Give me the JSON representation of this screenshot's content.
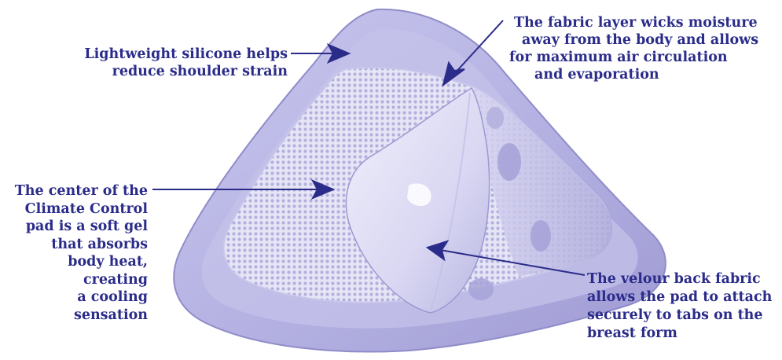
{
  "colors": {
    "text": "#2b2c8a",
    "arrow": "#2b2c8a",
    "silicone": "#b9b6e4",
    "silicone_edge": "#8f8cc9",
    "mesh": "#e3e2f5",
    "pad": "#d8d6f1"
  },
  "callouts": {
    "silicone": {
      "lines": [
        "Lightweight silicone helps",
        "reduce shoulder strain"
      ]
    },
    "fabric": {
      "lines": [
        "The fabric layer wicks moisture",
        "away from the body and allows",
        "for maximum air circulation",
        "and evaporation"
      ]
    },
    "center": {
      "lines": [
        "The center of the",
        "Climate Control",
        "pad is a soft gel",
        "that absorbs",
        "body heat,",
        "creating",
        "a cooling",
        "sensation"
      ]
    },
    "velour": {
      "lines": [
        "The velour back fabric",
        "allows the pad to attach",
        "securely to tabs on the",
        "breast form"
      ]
    }
  }
}
